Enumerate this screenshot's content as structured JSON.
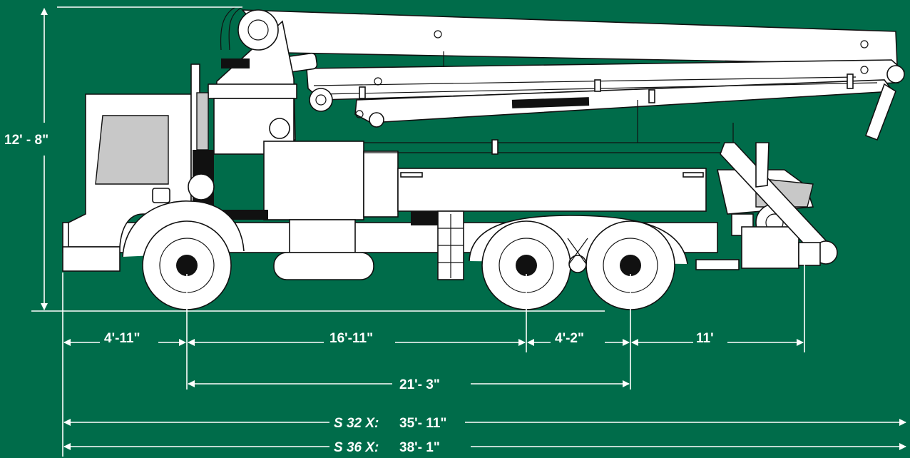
{
  "dimensions": {
    "height": "12' - 8\"",
    "front_overhang": "4'-11\"",
    "wheelbase_front_to_rear1": "16'-11\"",
    "rear_axle_spacing": "4'-2\"",
    "rear_overhang": "11'",
    "front_to_rear_axle": "21'- 3\"",
    "s32": {
      "model": "S 32 X:",
      "length": "35'- 11\""
    },
    "s36": {
      "model": "S 36 X:",
      "length": "38'- 1\""
    }
  },
  "colors": {
    "background": "#006c4a",
    "lines": "#ffffff",
    "truck_fill": "#ffffff",
    "truck_outline": "#111111"
  }
}
